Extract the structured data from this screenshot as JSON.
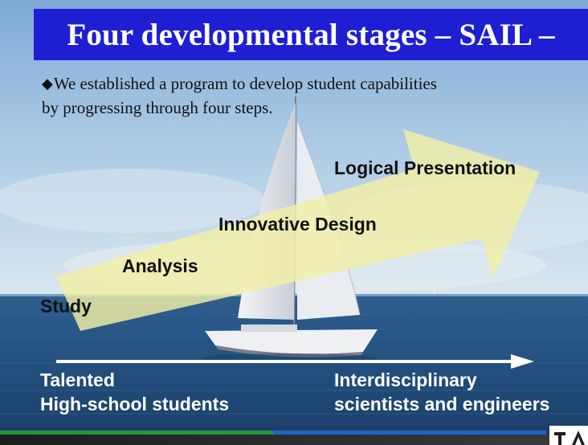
{
  "slide": {
    "title": "Four developmental stages – SAIL –",
    "intro": {
      "bullet": "◆",
      "line1": "We established a program to develop student capabilities",
      "line2": "by progressing through four steps."
    },
    "stages": [
      {
        "label": "Study"
      },
      {
        "label": "Analysis"
      },
      {
        "label": "Innovative Design"
      },
      {
        "label": "Logical Presentation"
      }
    ],
    "progression": {
      "start_line1": "Talented",
      "start_line2": "High-school students",
      "end_line1": "Interdisciplinary",
      "end_line2": "scientists and engineers"
    },
    "logo_text": "TA",
    "colors": {
      "title_bar": "#1e1ed2",
      "arrow_fill": "#f3efa6",
      "footer_dark": "#1d1d1d",
      "footer_green": "#1f9a3c",
      "footer_blue": "#1d64c4"
    }
  }
}
